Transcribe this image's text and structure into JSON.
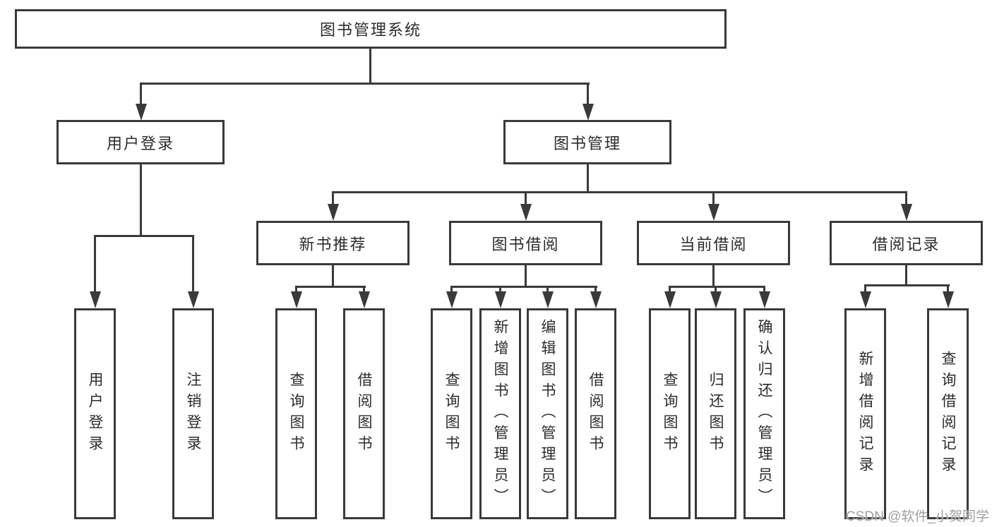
{
  "diagram": {
    "root": "图书管理系统",
    "branches": [
      {
        "label": "用户登录",
        "children": [
          "用户登录",
          "注销登录"
        ]
      },
      {
        "label": "图书管理",
        "children": [
          {
            "label": "新书推荐",
            "children": [
              "查询图书",
              "借阅图书"
            ]
          },
          {
            "label": "图书借阅",
            "children": [
              "查询图书",
              "新增图书（管理员）",
              "编辑图书（管理员）",
              "借阅图书"
            ]
          },
          {
            "label": "当前借阅",
            "children": [
              "查询图书",
              "归还图书",
              "确认归还（管理员）"
            ]
          },
          {
            "label": "借阅记录",
            "children": [
              "新增借阅记录",
              "查询借阅记录"
            ]
          }
        ]
      }
    ]
  },
  "watermark": {
    "text": "CSDN @软件_小贺同学"
  },
  "colors": {
    "line": "#3a3a3a",
    "text": "#2c2c2c",
    "watermark": "#a0a0a0",
    "background": "#ffffff"
  }
}
